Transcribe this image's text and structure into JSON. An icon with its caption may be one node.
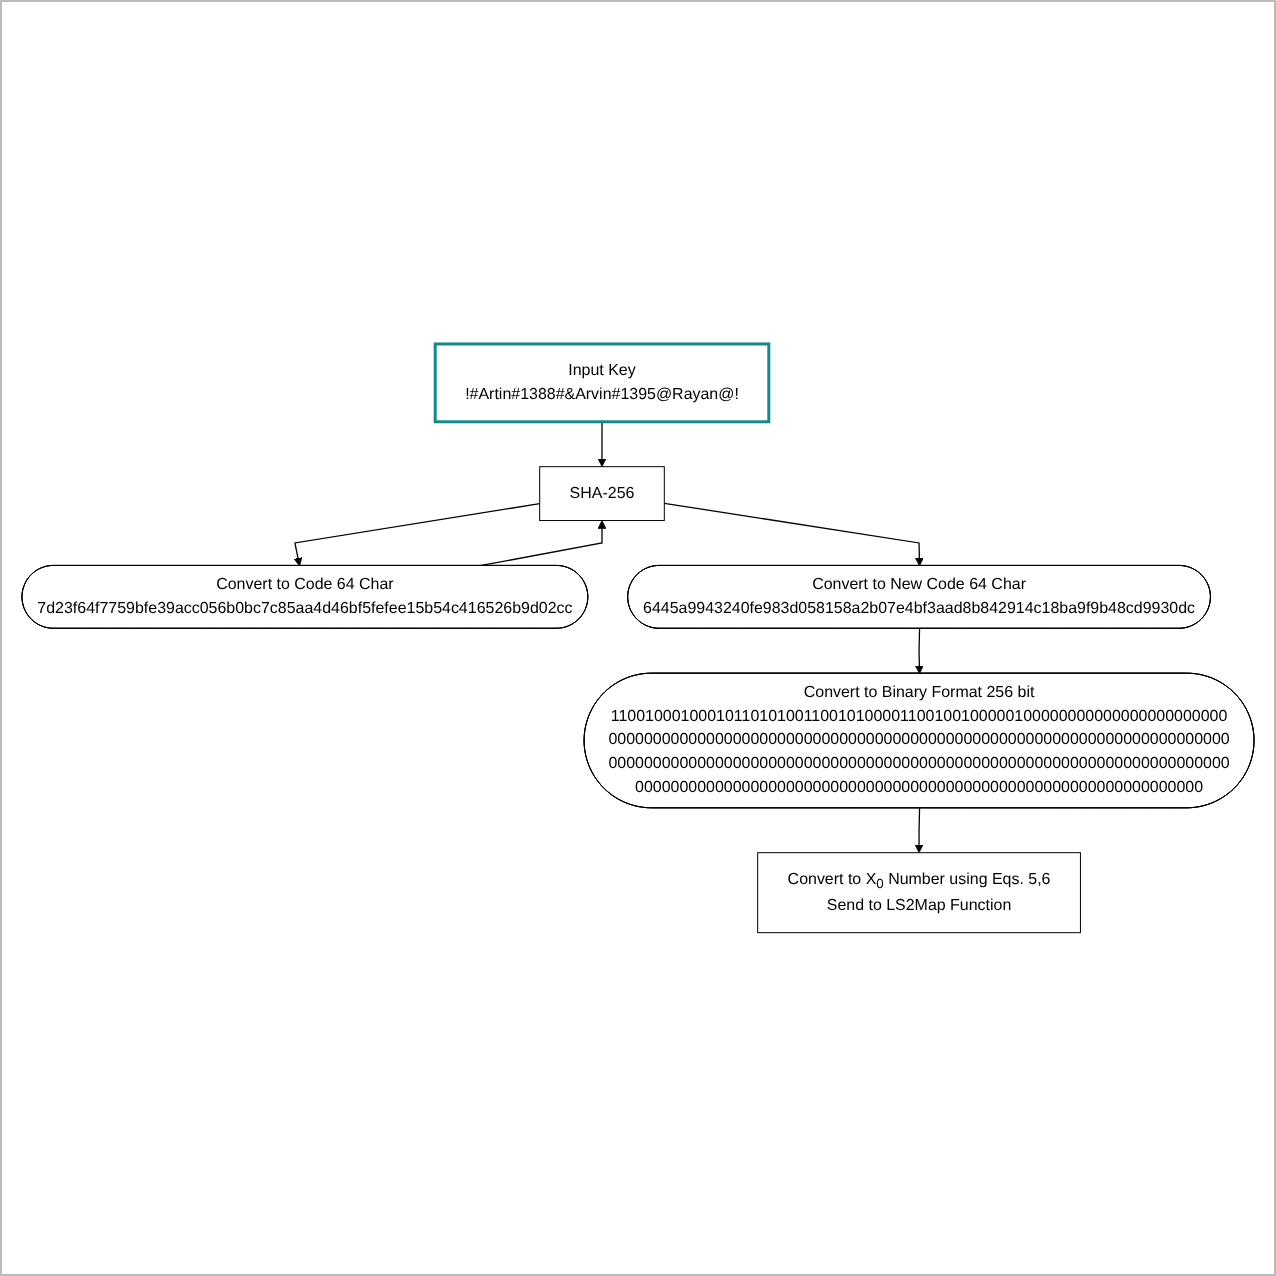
{
  "diagram": {
    "nodes": [
      {
        "text": [
          "Input Key",
          "!#Artin#1388#&Arvin#1395@Rayan@!"
        ]
      },
      {
        "text": [
          "SHA-256"
        ]
      },
      {
        "text": [
          "Convert to Code 64 Char",
          "7d23f64f7759bfe39acc056b0bc7c85aa4d46bf5fefee15b54c416526b9d02cc"
        ]
      },
      {
        "text": [
          "Convert to New Code 64 Char",
          "6445a9943240fe983d058158a2b07e4bf3aad8b842914c18ba9f9b48cd9930dc"
        ]
      },
      {
        "text": [
          "Convert to Binary Format 256 bit",
          "1100100010001011010100110010100001100100100000100000000000000000000000 0000000000000000000000000000000000000000000000000000000000000000000000 0000000000000000000000000000000000000000000000000000000000000000000000 0000000000000000000000000000000000000000000000000000000000000000"
        ]
      },
      {
        "text": [
          "Convert to X$_{0}$ Number using Eqs. 5,6",
          "Send to LS2Map Function"
        ]
      }
    ],
    "edges": [
      {
        "from": 0,
        "to": 1,
        "arrow": "to"
      },
      {
        "from": 1,
        "to": 2,
        "arrow": "to"
      },
      {
        "from": 2,
        "to": 1,
        "arrow": "to"
      },
      {
        "from": 1,
        "to": 3,
        "arrow": "to"
      },
      {
        "from": 3,
        "to": 4,
        "arrow": "to"
      },
      {
        "from": 4,
        "to": 5,
        "arrow": "to"
      }
    ]
  }
}
